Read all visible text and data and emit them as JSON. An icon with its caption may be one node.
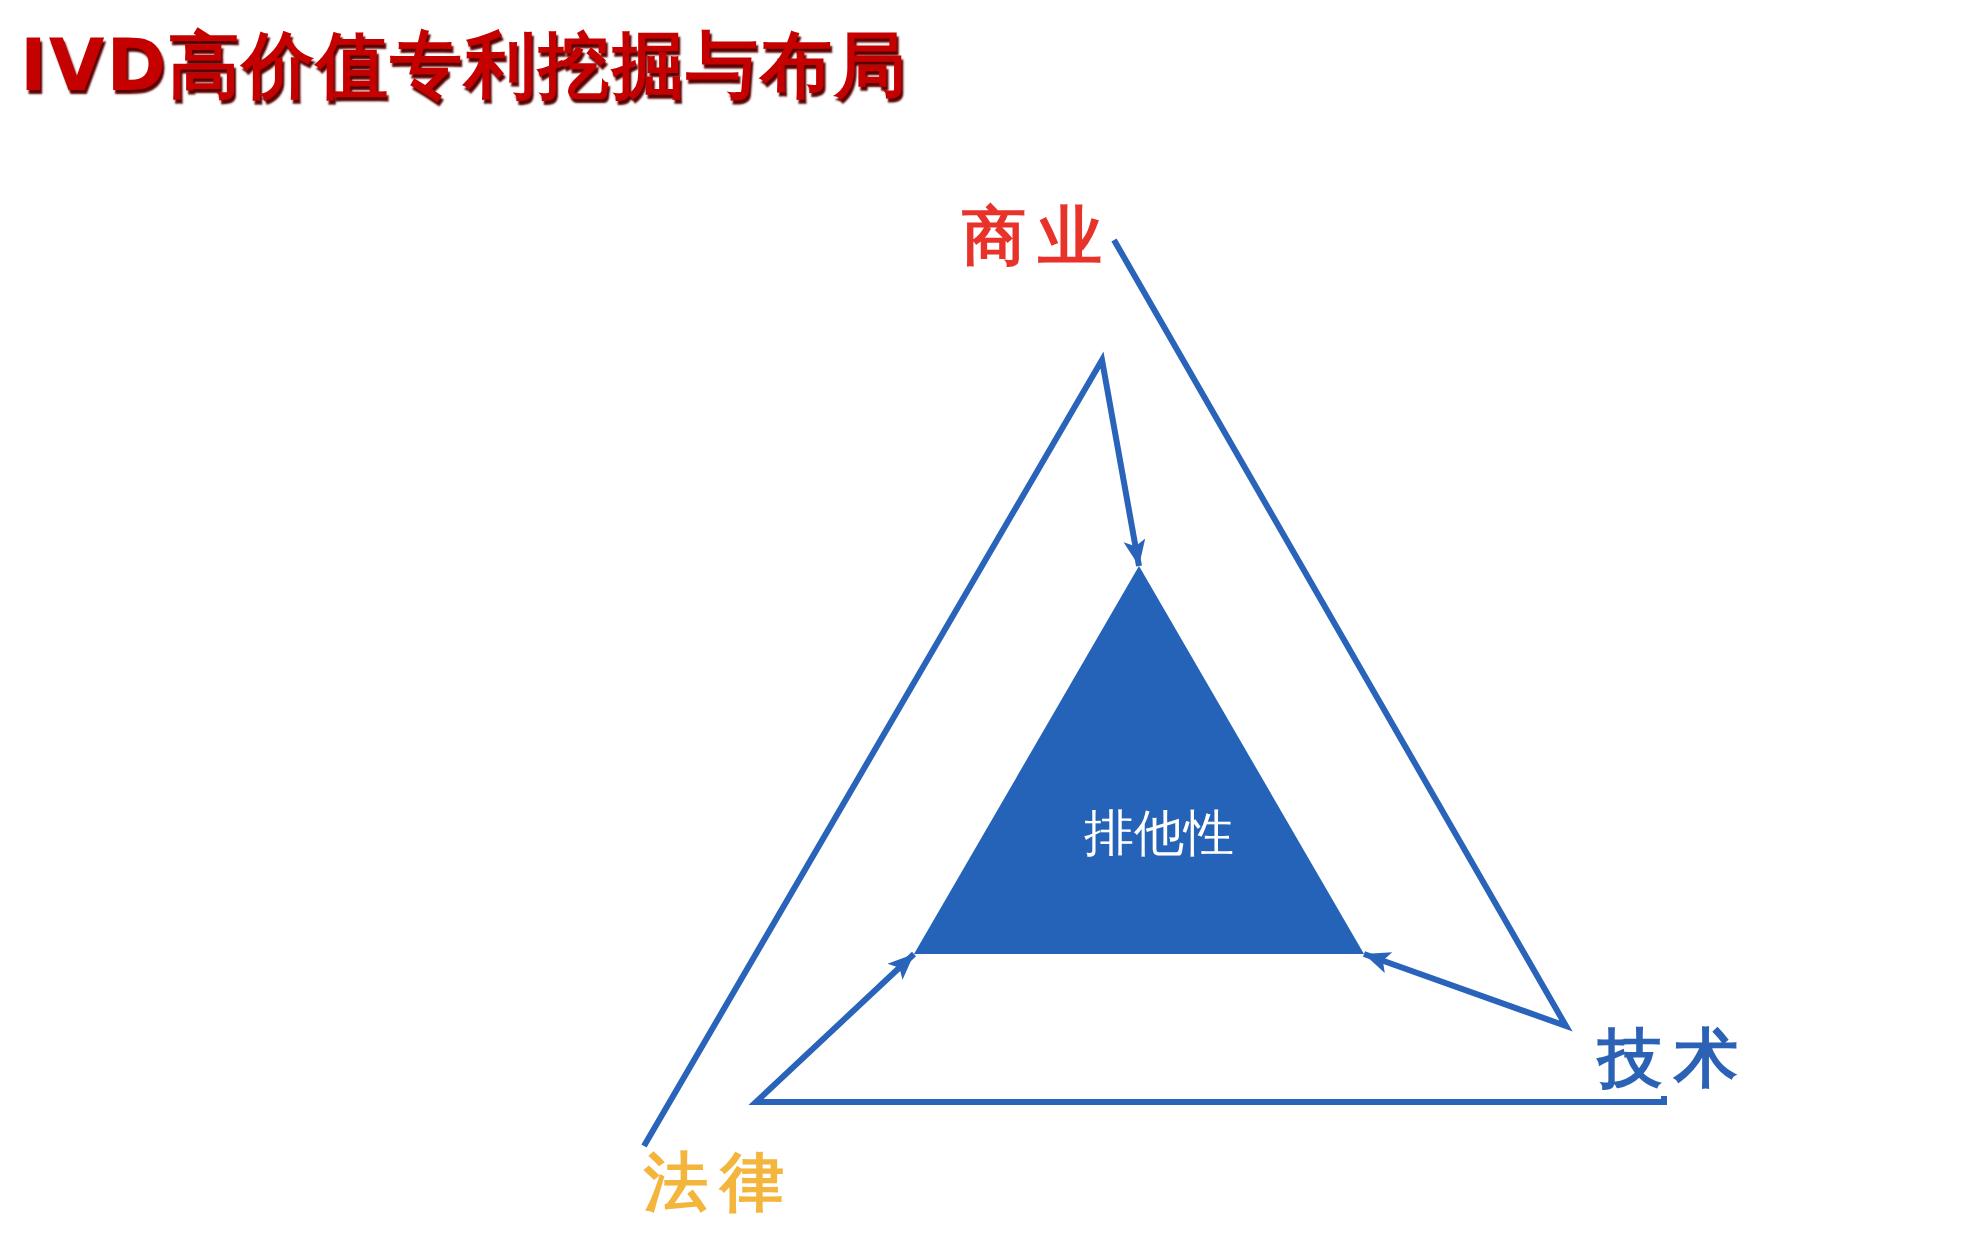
{
  "diagram": {
    "title": "IVD高价值专利挖掘与布局",
    "nodes": [
      {
        "text": [
          "商业"
        ]
      },
      {
        "text": [
          "排他性"
        ]
      },
      {
        "text": [
          "技术"
        ]
      },
      {
        "text": [
          "法律"
        ]
      }
    ],
    "edges": [
      {
        "from": 0,
        "to": 1,
        "arrow": "to"
      },
      {
        "from": 2,
        "to": 1,
        "arrow": "to"
      },
      {
        "from": 3,
        "to": 1,
        "arrow": "to"
      }
    ]
  }
}
